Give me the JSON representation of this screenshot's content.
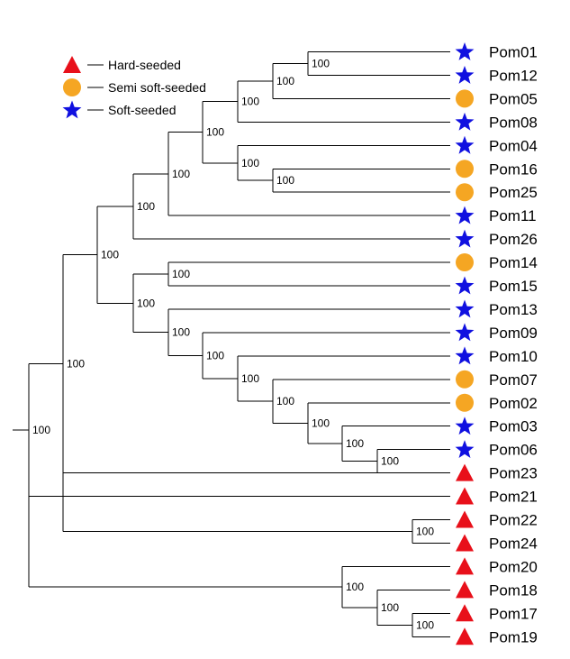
{
  "legend": {
    "items": [
      {
        "shape": "triangle",
        "label": "Hard-seeded",
        "color": "#e8101a"
      },
      {
        "shape": "circle",
        "label": "Semi soft-seeded",
        "color": "#f5a623"
      },
      {
        "shape": "star",
        "label": "Soft-seeded",
        "color": "#1010e0"
      }
    ]
  },
  "shape_colors": {
    "triangle": "#e8101a",
    "circle": "#f5a623",
    "star": "#1010e0"
  },
  "taxa": [
    {
      "name": "Pom01",
      "shape": "star"
    },
    {
      "name": "Pom12",
      "shape": "star"
    },
    {
      "name": "Pom05",
      "shape": "circle"
    },
    {
      "name": "Pom08",
      "shape": "star"
    },
    {
      "name": "Pom04",
      "shape": "star"
    },
    {
      "name": "Pom16",
      "shape": "circle"
    },
    {
      "name": "Pom25",
      "shape": "circle"
    },
    {
      "name": "Pom11",
      "shape": "star"
    },
    {
      "name": "Pom26",
      "shape": "star"
    },
    {
      "name": "Pom14",
      "shape": "circle"
    },
    {
      "name": "Pom15",
      "shape": "star"
    },
    {
      "name": "Pom13",
      "shape": "star"
    },
    {
      "name": "Pom09",
      "shape": "star"
    },
    {
      "name": "Pom10",
      "shape": "star"
    },
    {
      "name": "Pom07",
      "shape": "circle"
    },
    {
      "name": "Pom02",
      "shape": "circle"
    },
    {
      "name": "Pom03",
      "shape": "star"
    },
    {
      "name": "Pom06",
      "shape": "star"
    },
    {
      "name": "Pom23",
      "shape": "triangle"
    },
    {
      "name": "Pom21",
      "shape": "triangle"
    },
    {
      "name": "Pom22",
      "shape": "triangle"
    },
    {
      "name": "Pom24",
      "shape": "triangle"
    },
    {
      "name": "Pom20",
      "shape": "triangle"
    },
    {
      "name": "Pom18",
      "shape": "triangle"
    },
    {
      "name": "Pom17",
      "shape": "triangle"
    },
    {
      "name": "Pom19",
      "shape": "triangle"
    }
  ],
  "tree": {
    "support": "100",
    "children": [
      {
        "support": "100",
        "children": [
          {
            "support": "100",
            "children": [
              {
                "support": "100",
                "children": [
                  {
                    "support": "100",
                    "children": [
                      {
                        "support": "100",
                        "children": [
                          {
                            "support": "100",
                            "children": [
                              {
                                "support": "100",
                                "children": [
                                  {
                                    "support": "100",
                                    "children": [
                                      {
                                        "taxon": "Pom01"
                                      },
                                      {
                                        "taxon": "Pom12"
                                      }
                                    ]
                                  },
                                  {
                                    "taxon": "Pom05"
                                  }
                                ]
                              },
                              {
                                "taxon": "Pom08"
                              }
                            ]
                          },
                          {
                            "support": "100",
                            "children": [
                              {
                                "taxon": "Pom04"
                              },
                              {
                                "support": "100",
                                "children": [
                                  {
                                    "taxon": "Pom16"
                                  },
                                  {
                                    "taxon": "Pom25"
                                  }
                                ]
                              }
                            ]
                          }
                        ]
                      },
                      {
                        "taxon": "Pom11"
                      }
                    ]
                  },
                  {
                    "taxon": "Pom26"
                  }
                ]
              },
              {
                "support": "100",
                "children": [
                  {
                    "support": "100",
                    "children": [
                      {
                        "taxon": "Pom14"
                      },
                      {
                        "taxon": "Pom15"
                      }
                    ]
                  },
                  {
                    "support": "100",
                    "children": [
                      {
                        "taxon": "Pom13"
                      },
                      {
                        "support": "100",
                        "children": [
                          {
                            "taxon": "Pom09"
                          },
                          {
                            "support": "100",
                            "children": [
                              {
                                "taxon": "Pom10"
                              },
                              {
                                "support": "100",
                                "children": [
                                  {
                                    "taxon": "Pom07"
                                  },
                                  {
                                    "support": "100",
                                    "children": [
                                      {
                                        "taxon": "Pom02"
                                      },
                                      {
                                        "support": "100",
                                        "children": [
                                          {
                                            "taxon": "Pom03"
                                          },
                                          {
                                            "support": "100",
                                            "children": [
                                              {
                                                "taxon": "Pom06"
                                              }
                                            ]
                                          }
                                        ]
                                      }
                                    ]
                                  }
                                ]
                              }
                            ]
                          }
                        ]
                      }
                    ]
                  }
                ]
              }
            ]
          },
          {
            "taxon": "Pom23"
          }
        ]
      },
      {
        "taxon": "Pom21"
      }
    ]
  }
}
